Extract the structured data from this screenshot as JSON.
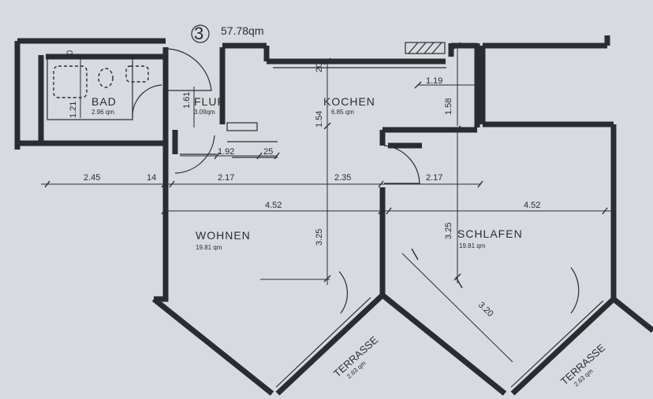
{
  "plan": {
    "unit_number": "3",
    "total_area": "57.78qm"
  },
  "rooms": {
    "bad": {
      "name": "BAD",
      "area": "2.96 qm"
    },
    "flur": {
      "name": "FLUR",
      "area": "3.09qm"
    },
    "kochen": {
      "name": "KOCHEN",
      "area": "6.85 qm"
    },
    "wohnen": {
      "name": "WOHNEN",
      "area": "19.81 qm"
    },
    "schlafen": {
      "name": "SCHLAFEN",
      "area": "19.81 qm"
    },
    "terrasse_left": {
      "name": "TERRASSE",
      "area": "2.63 qm"
    },
    "terrasse_right": {
      "name": "TERRASSE",
      "area": "2.63 qm"
    }
  },
  "dimensions": {
    "bad_top": "20",
    "bad_height": "1.21",
    "flur_height": "1.61",
    "kochen_top": "20",
    "kochen_height": "1.54",
    "kochen_right_width": "1.19",
    "kochen_right_height": "1.58",
    "flur_door": "1.92",
    "flur_gap": "25",
    "left_span": "2.45",
    "left_wall": "14",
    "mid_span_left": "2.17",
    "mid_span_center": "2.35",
    "mid_span_right": "2.17",
    "wohnen_width": "4.52",
    "schlafen_width": "4.52",
    "wohnen_height": "3.25",
    "schlafen_height": "3.25",
    "diagonal": "3.20"
  }
}
